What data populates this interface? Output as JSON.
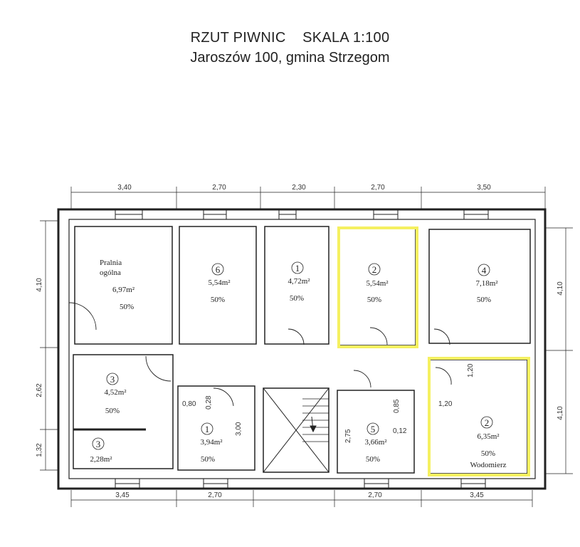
{
  "header": {
    "title_line1": "RZUT PIWNIC    SKALA 1:100",
    "title_line2": "Jaroszów  100, gmina Strzegom"
  },
  "colors": {
    "highlight": "#f5f060",
    "wall": "#222222"
  },
  "dimensions": {
    "top": [
      "3,40",
      "2,70",
      "2,30",
      "2,70",
      "3,50"
    ],
    "bottom": [
      "3,45",
      "2,70",
      "2,70",
      "3,45"
    ],
    "left": [
      "4,10",
      "2,62",
      "1,32"
    ],
    "right": [
      "4,10",
      "4,10"
    ],
    "inner": [
      "0,80",
      "0,28",
      "3,00",
      "2,75",
      "0,85",
      "0,12",
      "1,20",
      "1,20"
    ]
  },
  "rooms": [
    {
      "label": "Pralnia",
      "label2": "ogólna",
      "area": "6,97m²",
      "share": "50%"
    },
    {
      "number": "6",
      "area": "5,54m²",
      "share": "50%"
    },
    {
      "number": "1",
      "area": "4,72m²",
      "share": "50%"
    },
    {
      "number": "2",
      "area": "5,54m²",
      "share": "50%"
    },
    {
      "number": "4",
      "area": "7,18m²",
      "share": "50%"
    },
    {
      "number": "3",
      "area": "4,52m²",
      "share": "50%"
    },
    {
      "number": "3",
      "area": "2,28m²"
    },
    {
      "number": "1",
      "area": "3,94m²",
      "share": "50%"
    },
    {
      "number": "5",
      "area": "3,66m²",
      "share": "50%"
    },
    {
      "number": "2",
      "area": "6,35m²",
      "share": "50%",
      "note": "Wodomierz"
    }
  ]
}
